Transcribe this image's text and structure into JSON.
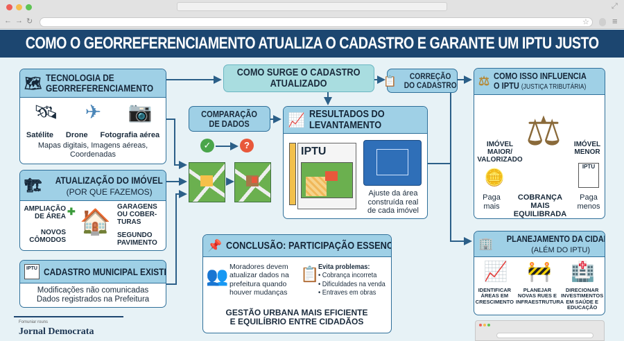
{
  "browser": {
    "title_field": "",
    "address": ""
  },
  "banner": {
    "title": "COMO O GEORREFERENCIAMENTO ATUALIZA O CADASTRO E GARANTE UM IPTU JUSTO"
  },
  "tecnologia": {
    "title_1": "TECNOLOGIA DE",
    "title_2": "GEORREFERENCIAMENTO",
    "items": [
      "Satélite",
      "Drone",
      "Fotografia aérea"
    ],
    "caption": "Mapas digitais, Imagens aéreas, Coordenadas"
  },
  "atualizacao": {
    "title": "ATUALIZAÇÃO DO IMÓVEL",
    "subtitle": "(POR QUE FAZEMOS)",
    "left_1": "AMPLIAÇÃO DE ÁREA",
    "left_2": "NOVOS CÔMODOS",
    "right_1": "GARAGENS OU COBER-TURAS",
    "right_2": "SEGUNDO PAVIMENTO"
  },
  "cadastro": {
    "title": "CADASTRO MUNICIPAL EXISTENTE",
    "icon_label": "IPTU",
    "line_1": "Modificações não comunicadas",
    "line_2": "Dados registrados na Prefeitura"
  },
  "footer": {
    "small": "Fomuniar rouns",
    "brand": "Jornal Democrata"
  },
  "surge": {
    "line_1": "COMO SURGE O CADASTRO",
    "line_2": "ATUALIZADO"
  },
  "correcao": {
    "line_1": "CORREÇÃO",
    "line_2": "DO CADASTRO"
  },
  "comparacao": {
    "line_1": "COMPARAÇÃO",
    "line_2": "DE DADOS"
  },
  "resultados": {
    "title_1": "RESULTADOS DO",
    "title_2": "LEVANTAMENTO",
    "doc_label": "IPTU",
    "caption_1": "Ajuste da área",
    "caption_2": "construída real",
    "caption_3": "de cada imóvel"
  },
  "influencia": {
    "title_1": "COMO ISSO INFLUENCIA",
    "title_2": "O IPTU",
    "title_note": "(JUSTIÇA TRIBUTÁRIA)",
    "left_label": "IMÓVEL MAIOR/ VALORIZADO",
    "right_label": "IMÓVEL MENOR",
    "doc_label": "IPTU",
    "left_pay": "Paga mais",
    "right_pay": "Paga menos",
    "center": "COBRANÇA MAIS EQUILIBRADA"
  },
  "conclusao": {
    "title": "CONCLUSÃO: PARTICIPAÇÃO ESSENCIAL",
    "text": "Moradores devem atualizar dados na prefeitura quando houver mudanças",
    "problems_title": "Evita problemas:",
    "problems": [
      "• Cobrança incorreta",
      "• Dificuldades na venda",
      "• Entraves em obras"
    ],
    "footer_1": "GESTÃO URBANA MAIS EFICIENTE",
    "footer_2": "E EQUILÍBRIO ENTRE CIDADÃOS"
  },
  "planejamento": {
    "title": "PLANEJAMENTO DA CIDADE",
    "subtitle": "(ALÉM DO IPTU)",
    "items": [
      "IDENTIFICAR ÁREAS EM CRESCIMENTO",
      "PLANEJAR NOVAS RUES E INFRAESTRUTURA",
      "DIRECIONAR INVESTIMENTOS EM SAÚDE E EDUCAÇÃO"
    ]
  },
  "colors": {
    "banner": "#1c4670",
    "header": "#9fd0e6",
    "border": "#2e6f99",
    "background": "#e7f2f6"
  }
}
